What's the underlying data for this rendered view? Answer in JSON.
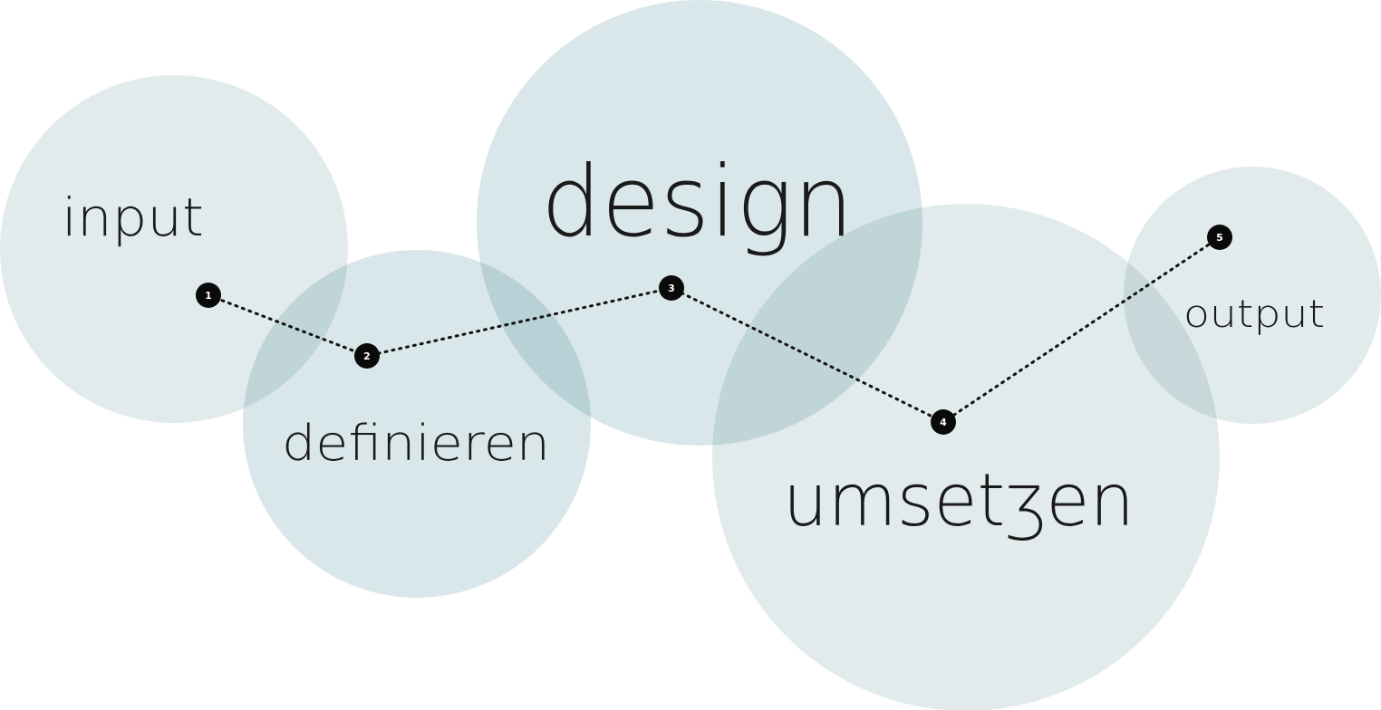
{
  "bubbles": [
    {
      "id": "input",
      "label": "input",
      "color": "#e2ebec"
    },
    {
      "id": "definieren",
      "label": "definieren",
      "color": "#d9e7ea"
    },
    {
      "id": "design",
      "label": "design",
      "color": "#d9e7ea"
    },
    {
      "id": "umsetzen",
      "label": "umsetʒen",
      "color": "#e2ebec"
    },
    {
      "id": "output",
      "label": "output",
      "color": "#e2ebec"
    }
  ],
  "steps": [
    {
      "number": "1"
    },
    {
      "number": "2"
    },
    {
      "number": "3"
    },
    {
      "number": "4"
    },
    {
      "number": "5"
    }
  ]
}
